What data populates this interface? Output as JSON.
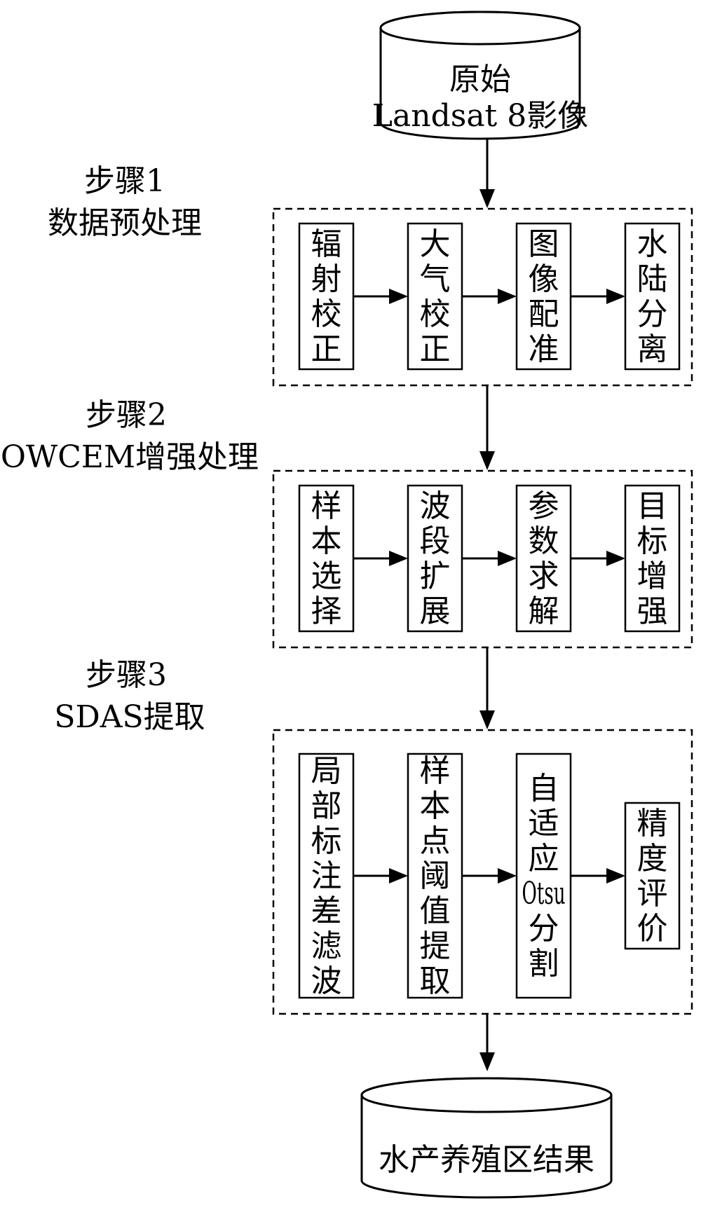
{
  "source": {
    "line1": "原始",
    "line2": "Landsat 8影像"
  },
  "steps": [
    {
      "title": "步骤1",
      "subtitle": "数据预处理",
      "boxes": [
        "辐射校正",
        "大气校正",
        "图像配准",
        "水陆分离"
      ]
    },
    {
      "title": "步骤2",
      "subtitle": "OWCEM增强处理",
      "boxes": [
        "样本选择",
        "波段扩展",
        "参数求解",
        "目标增强"
      ]
    },
    {
      "title": "步骤3",
      "subtitle": "SDAS提取",
      "boxes": [
        "局部标注差滤波",
        "样本点阈值提取",
        "自适应Otsu分割",
        "精度评价"
      ]
    }
  ],
  "result": {
    "label": "水产养殖区结果"
  }
}
